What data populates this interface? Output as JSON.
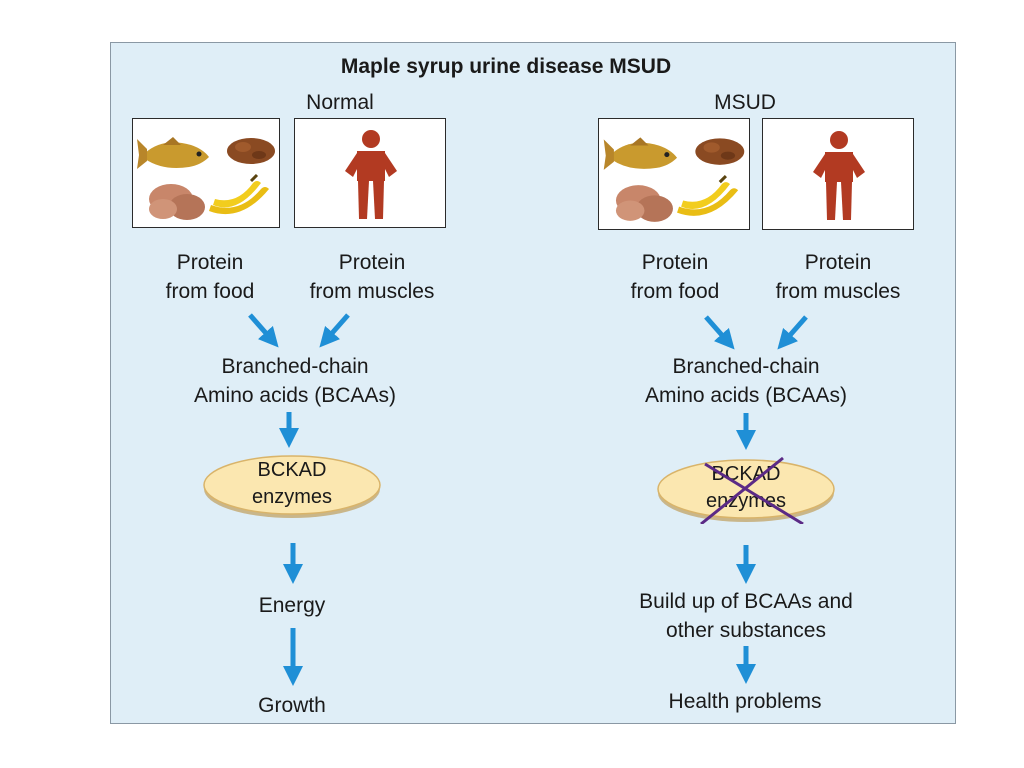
{
  "title": "Maple syrup urine disease MSUD",
  "normal": {
    "heading": "Normal",
    "food_line1": "Protein",
    "food_line2": "from food",
    "muscle_line1": "Protein",
    "muscle_line2": "from muscles",
    "bcaa_line1": "Branched-chain",
    "bcaa_line2": "Amino acids (BCAAs)",
    "enzyme_line1": "BCKAD",
    "enzyme_line2": "enzymes",
    "step1": "Energy",
    "step2": "Growth"
  },
  "msud": {
    "heading": "MSUD",
    "food_line1": "Protein",
    "food_line2": "from food",
    "muscle_line1": "Protein",
    "muscle_line2": "from muscles",
    "bcaa_line1": "Branched-chain",
    "bcaa_line2": "Amino acids (BCAAs)",
    "enzyme_line1": "BCKAD",
    "enzyme_line2": "enzymes",
    "step1_line1": "Build up of BCAAs and",
    "step1_line2": "other substances",
    "step2": "Health problems"
  },
  "colors": {
    "background": "#dfeef7",
    "arrow": "#1f8fd6",
    "oval_fill": "#fbe7b0",
    "person": "#b23a22",
    "cross": "#5b2a86"
  },
  "icons": [
    "fish-icon",
    "meat-icon",
    "potato-icon",
    "banana-icon",
    "person-icon",
    "cross-out-icon"
  ]
}
